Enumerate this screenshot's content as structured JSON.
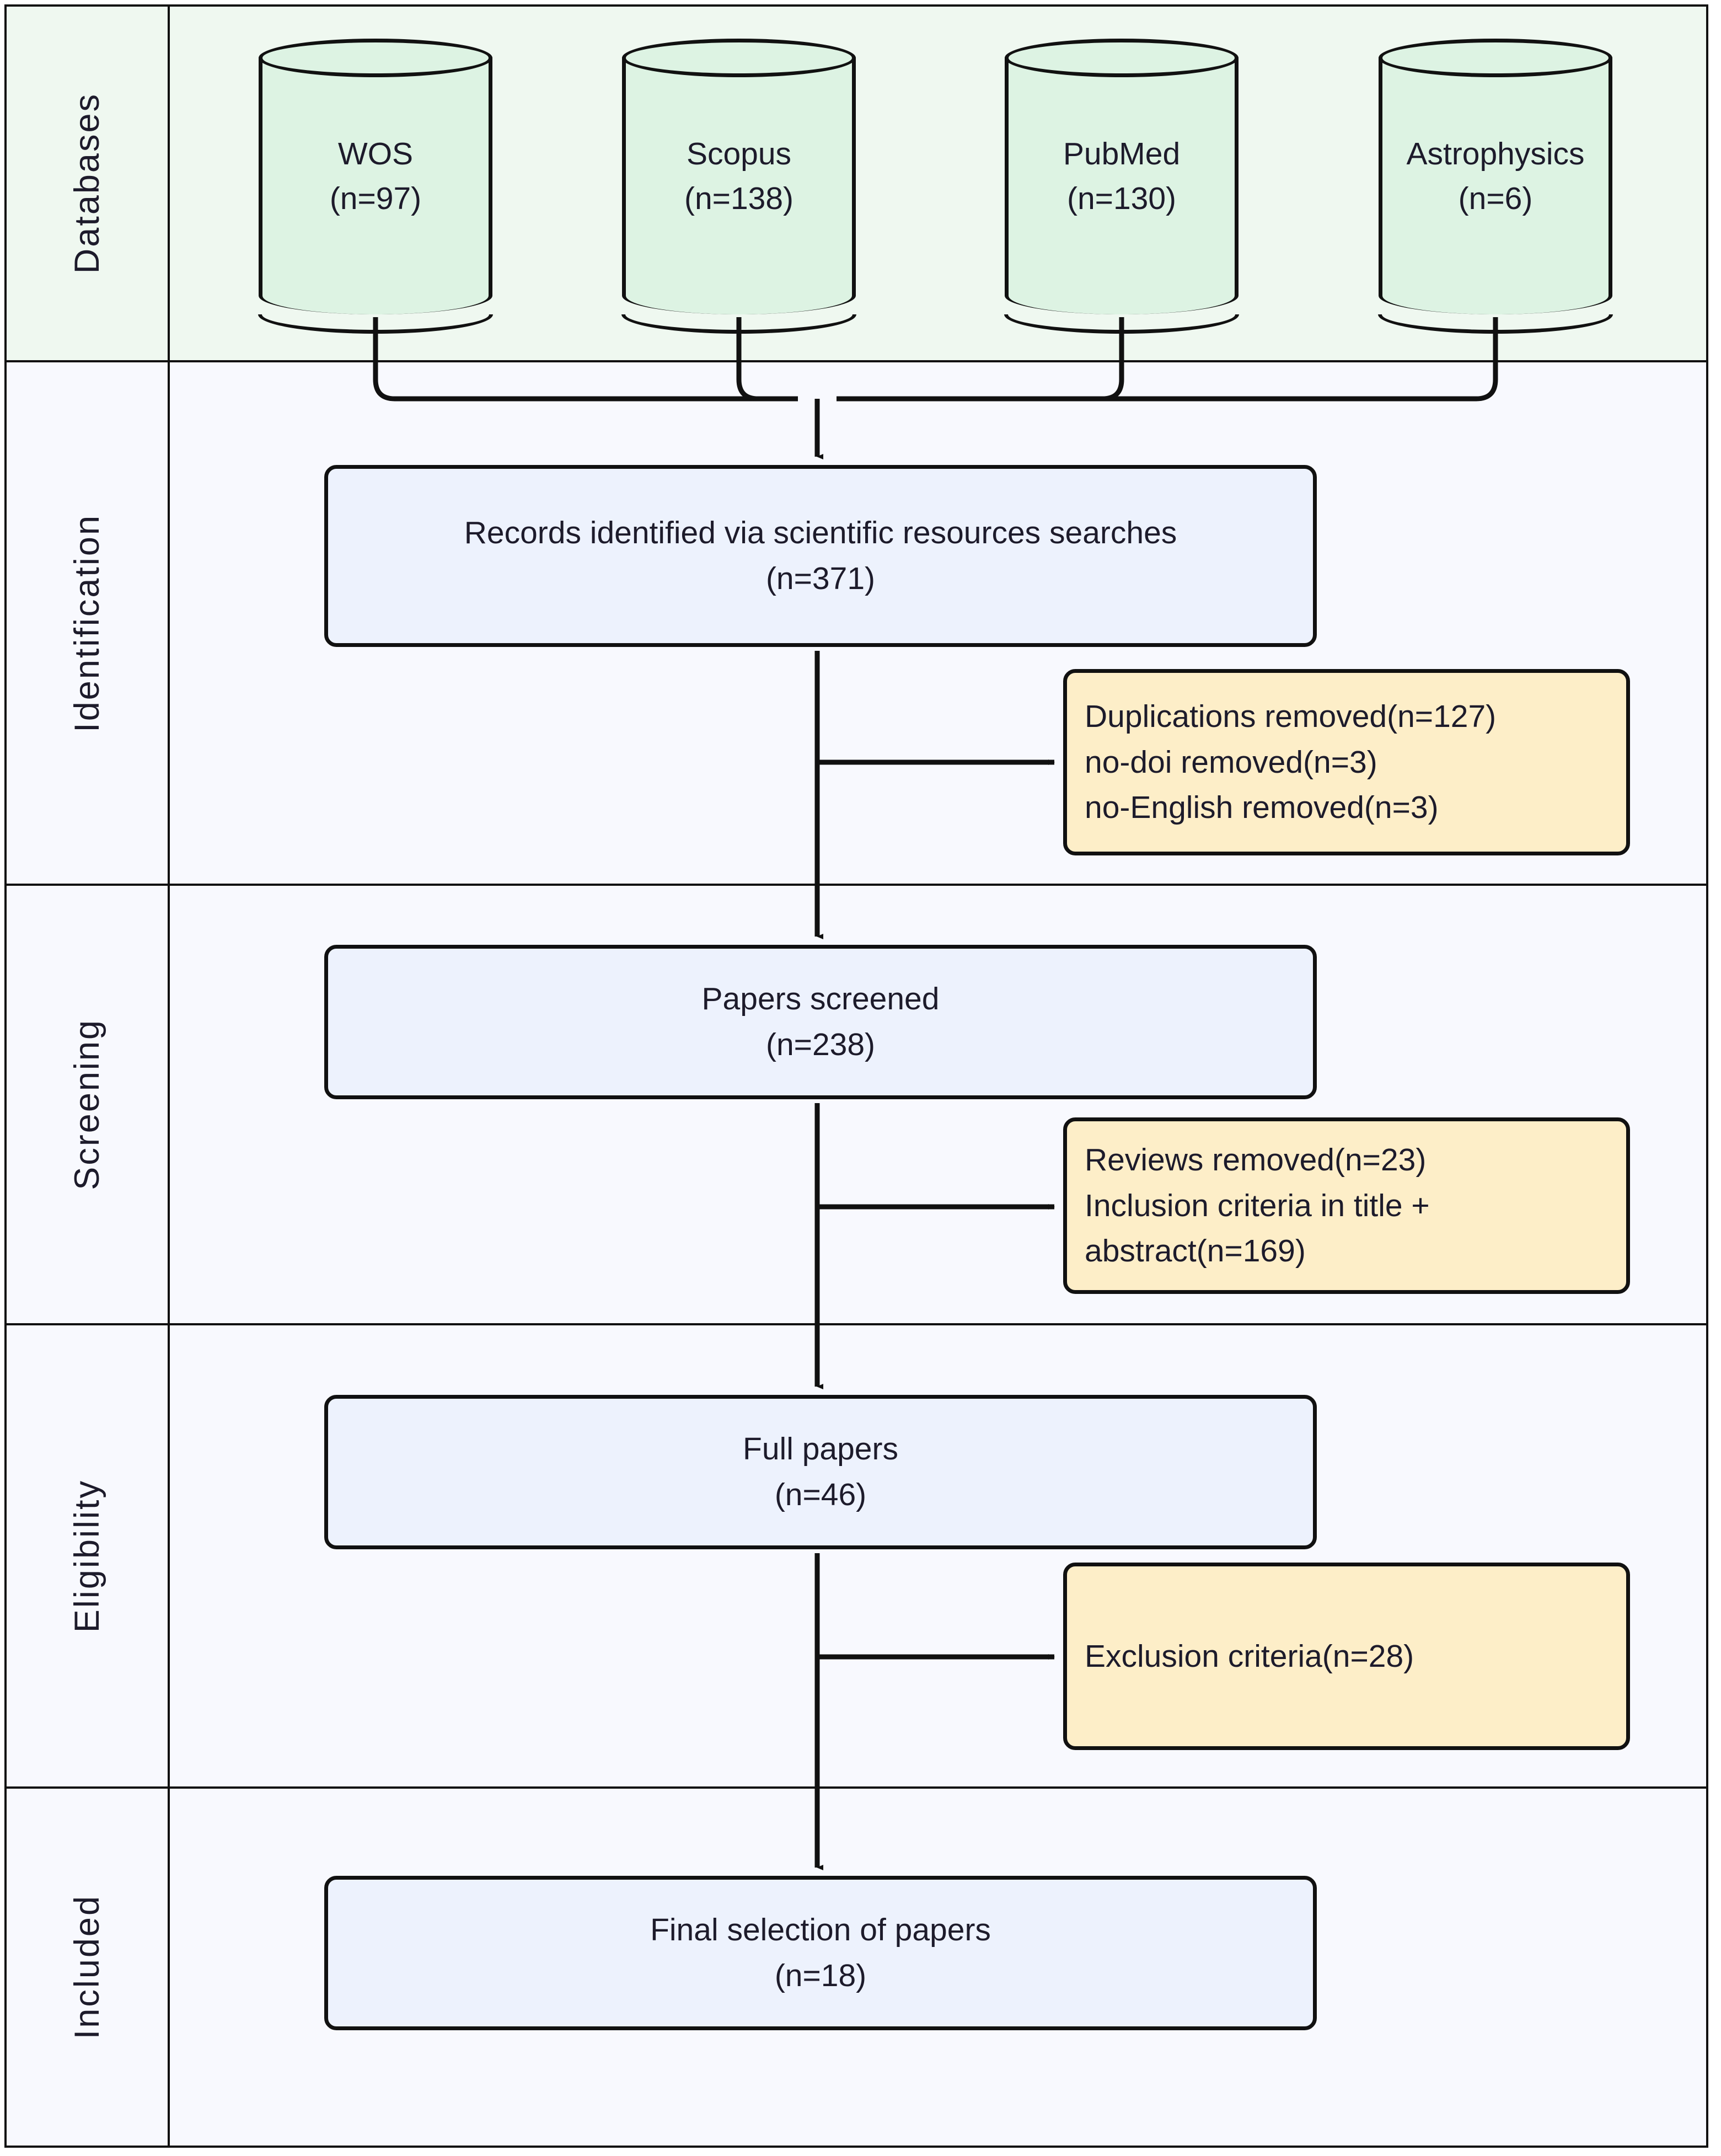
{
  "diagram": {
    "title": "PRISMA study selection flow diagram",
    "colors": {
      "lane_databases_bg": "#eff8f0",
      "lane_default_bg": "#f8f9fe",
      "cylinder_fill": "#ddf3e3",
      "process_box_fill": "#edf2fd",
      "exclusion_box_fill": "#fdeec8",
      "stroke": "#111111",
      "text": "#1d1b2b"
    }
  },
  "lanes": [
    {
      "id": "databases",
      "label": "Databases"
    },
    {
      "id": "identification",
      "label": "Identification"
    },
    {
      "id": "screening",
      "label": "Screening"
    },
    {
      "id": "eligibility",
      "label": "Eligibility"
    },
    {
      "id": "included",
      "label": "Included"
    }
  ],
  "databases": [
    {
      "name": "WOS",
      "count": "(n=97)"
    },
    {
      "name": "Scopus",
      "count": "(n=138)"
    },
    {
      "name": "PubMed",
      "count": "(n=130)"
    },
    {
      "name": "Astrophysics",
      "count": "(n=6)"
    }
  ],
  "steps": [
    {
      "id": "identified",
      "line1": "Records identified via scientific resources searches",
      "line2": "(n=371)"
    },
    {
      "id": "screened",
      "line1": "Papers screened",
      "line2": "(n=238)"
    },
    {
      "id": "full",
      "line1": "Full papers",
      "line2": "(n=46)"
    },
    {
      "id": "final",
      "line1": "Final selection of papers",
      "line2": "(n=18)"
    }
  ],
  "exclusions": [
    {
      "id": "identification-exclusions",
      "lines": [
        "Duplications removed(n=127)",
        "no-doi removed(n=3)",
        "no-English removed(n=3)"
      ]
    },
    {
      "id": "screening-exclusions",
      "lines": [
        "Reviews removed(n=23)",
        "Inclusion criteria in title +",
        "abstract(n=169)"
      ]
    },
    {
      "id": "eligibility-exclusions",
      "lines": [
        "Exclusion criteria(n=28)"
      ]
    }
  ],
  "chart_data": {
    "type": "flow",
    "title": "PRISMA study selection flow diagram",
    "stages": [
      {
        "stage": "Databases",
        "nodes": [
          {
            "label": "WOS",
            "n": 97
          },
          {
            "label": "Scopus",
            "n": 138
          },
          {
            "label": "PubMed",
            "n": 130
          },
          {
            "label": "Astrophysics",
            "n": 6
          }
        ]
      },
      {
        "stage": "Identification",
        "nodes": [
          {
            "label": "Records identified via scientific resources searches",
            "n": 371
          }
        ],
        "excluded": [
          {
            "label": "Duplications removed",
            "n": 127
          },
          {
            "label": "no-doi removed",
            "n": 3
          },
          {
            "label": "no-English removed",
            "n": 3
          }
        ]
      },
      {
        "stage": "Screening",
        "nodes": [
          {
            "label": "Papers screened",
            "n": 238
          }
        ],
        "excluded": [
          {
            "label": "Reviews removed",
            "n": 23
          },
          {
            "label": "Inclusion criteria in title + abstract",
            "n": 169
          }
        ]
      },
      {
        "stage": "Eligibility",
        "nodes": [
          {
            "label": "Full papers",
            "n": 46
          }
        ],
        "excluded": [
          {
            "label": "Exclusion criteria",
            "n": 28
          }
        ]
      },
      {
        "stage": "Included",
        "nodes": [
          {
            "label": "Final selection of papers",
            "n": 18
          }
        ]
      }
    ]
  }
}
